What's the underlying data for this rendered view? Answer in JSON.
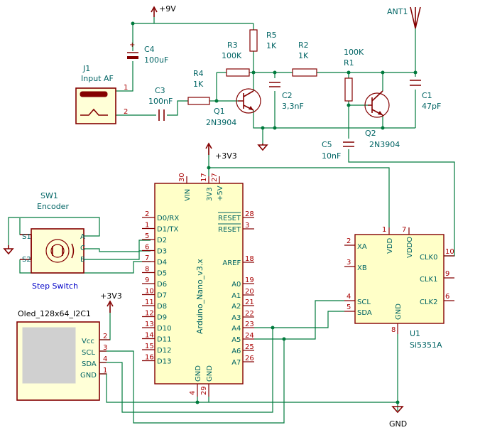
{
  "power": {
    "plus9v": "+9V",
    "plus3v3_a": "+3V3",
    "plus3v3_b": "+3V3",
    "gnd": "GND"
  },
  "antenna": {
    "ref": "ANT1"
  },
  "j1": {
    "ref": "J1",
    "value": "Input AF",
    "pin1": "1",
    "pin2": "2"
  },
  "c4": {
    "ref": "C4",
    "value": "100uF",
    "pol": "+"
  },
  "c3": {
    "ref": "C3",
    "value": "100nF"
  },
  "r4": {
    "ref": "R4",
    "value": "1K"
  },
  "r3": {
    "ref": "R3",
    "value": "100K"
  },
  "r5": {
    "ref": "R5",
    "value": "1K"
  },
  "r2": {
    "ref": "R2",
    "value": "1K"
  },
  "r1": {
    "ref": "R1",
    "value": "100K"
  },
  "c2": {
    "ref": "C2",
    "value": "3,3nF"
  },
  "c1": {
    "ref": "C1",
    "value": "47pF"
  },
  "c5": {
    "ref": "C5",
    "value": "10nF"
  },
  "q1": {
    "ref": "Q1",
    "value": "2N3904"
  },
  "q2": {
    "ref": "Q2",
    "value": "2N3904"
  },
  "sw1": {
    "ref": "SW1",
    "value": "Encoder",
    "desc": "Step Switch",
    "s1": "S1",
    "s2": "S2",
    "a": "A",
    "c": "C",
    "b": "B"
  },
  "oled": {
    "label": "Oled_128x64_I2C1",
    "vcc": "Vcc",
    "scl": "SCL",
    "sda": "SDA",
    "gnd": "GND",
    "p2": "2",
    "p3": "3",
    "p4": "4",
    "p1": "1"
  },
  "nano": {
    "value": "Arduino_Nano_v3.x",
    "top_labels": [
      "VIN",
      "3V3",
      "+5V"
    ],
    "top_pins": [
      "30",
      "17",
      "27"
    ],
    "left_labels": [
      "D0/RX",
      "D1/TX",
      "D2",
      "D3",
      "D4",
      "D5",
      "D6",
      "D7",
      "D8",
      "D9",
      "D10",
      "D11",
      "D12",
      "D13"
    ],
    "left_pins": [
      "2",
      "1",
      "5",
      "6",
      "7",
      "8",
      "9",
      "10",
      "11",
      "12",
      "13",
      "14",
      "15",
      "16"
    ],
    "right_labels": [
      "RESET",
      "RESET",
      "AREF",
      "A0",
      "A1",
      "A2",
      "A3",
      "A4",
      "A5",
      "A6",
      "A7"
    ],
    "right_pins": [
      "28",
      "3",
      "18",
      "19",
      "20",
      "21",
      "22",
      "23",
      "24",
      "25",
      "26"
    ],
    "bottom_labels": [
      "GND",
      "GND"
    ],
    "bottom_pins": [
      "4",
      "29"
    ]
  },
  "u1": {
    "ref": "U1",
    "value": "Si5351A",
    "xa": "XA",
    "xb": "XB",
    "scl": "SCL",
    "sda": "SDA",
    "vdd": "VDD",
    "vddo": "VDDO",
    "gnd": "GND",
    "clk0": "CLK0",
    "clk1": "CLK1",
    "clk2": "CLK2",
    "p_xa": "2",
    "p_xb": "3",
    "p_scl": "4",
    "p_sda": "5",
    "p_vdd": "1",
    "p_vddo": "7",
    "p_gnd": "8",
    "p_clk0": "10",
    "p_clk1": "9",
    "p_clk2": "6"
  }
}
